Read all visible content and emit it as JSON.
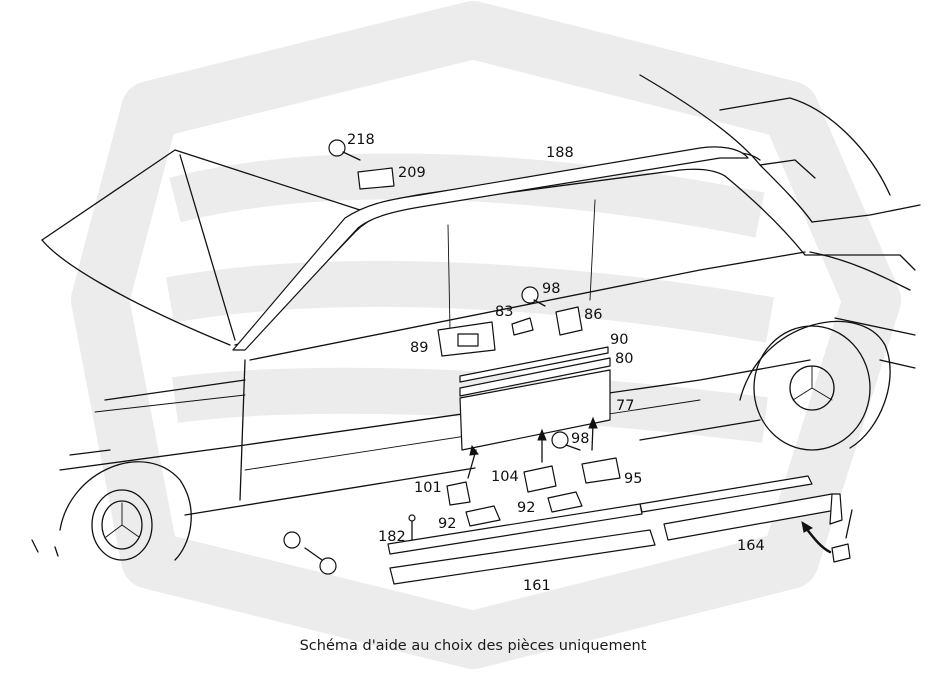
{
  "caption": "Schéma d'aide au choix des pièces uniquement",
  "part_labels": [
    {
      "key": "p218",
      "text": "218"
    },
    {
      "key": "p209",
      "text": "209"
    },
    {
      "key": "p188",
      "text": "188"
    },
    {
      "key": "p98a",
      "text": "98"
    },
    {
      "key": "p83",
      "text": "83"
    },
    {
      "key": "p86",
      "text": "86"
    },
    {
      "key": "p89",
      "text": "89"
    },
    {
      "key": "p90",
      "text": "90"
    },
    {
      "key": "p80",
      "text": "80"
    },
    {
      "key": "p77",
      "text": "77"
    },
    {
      "key": "p98b",
      "text": "98"
    },
    {
      "key": "p104",
      "text": "104"
    },
    {
      "key": "p95",
      "text": "95"
    },
    {
      "key": "p101",
      "text": "101"
    },
    {
      "key": "p92a",
      "text": "92"
    },
    {
      "key": "p92b",
      "text": "92"
    },
    {
      "key": "p182",
      "text": "182"
    },
    {
      "key": "p164",
      "text": "164"
    },
    {
      "key": "p161",
      "text": "161"
    }
  ]
}
